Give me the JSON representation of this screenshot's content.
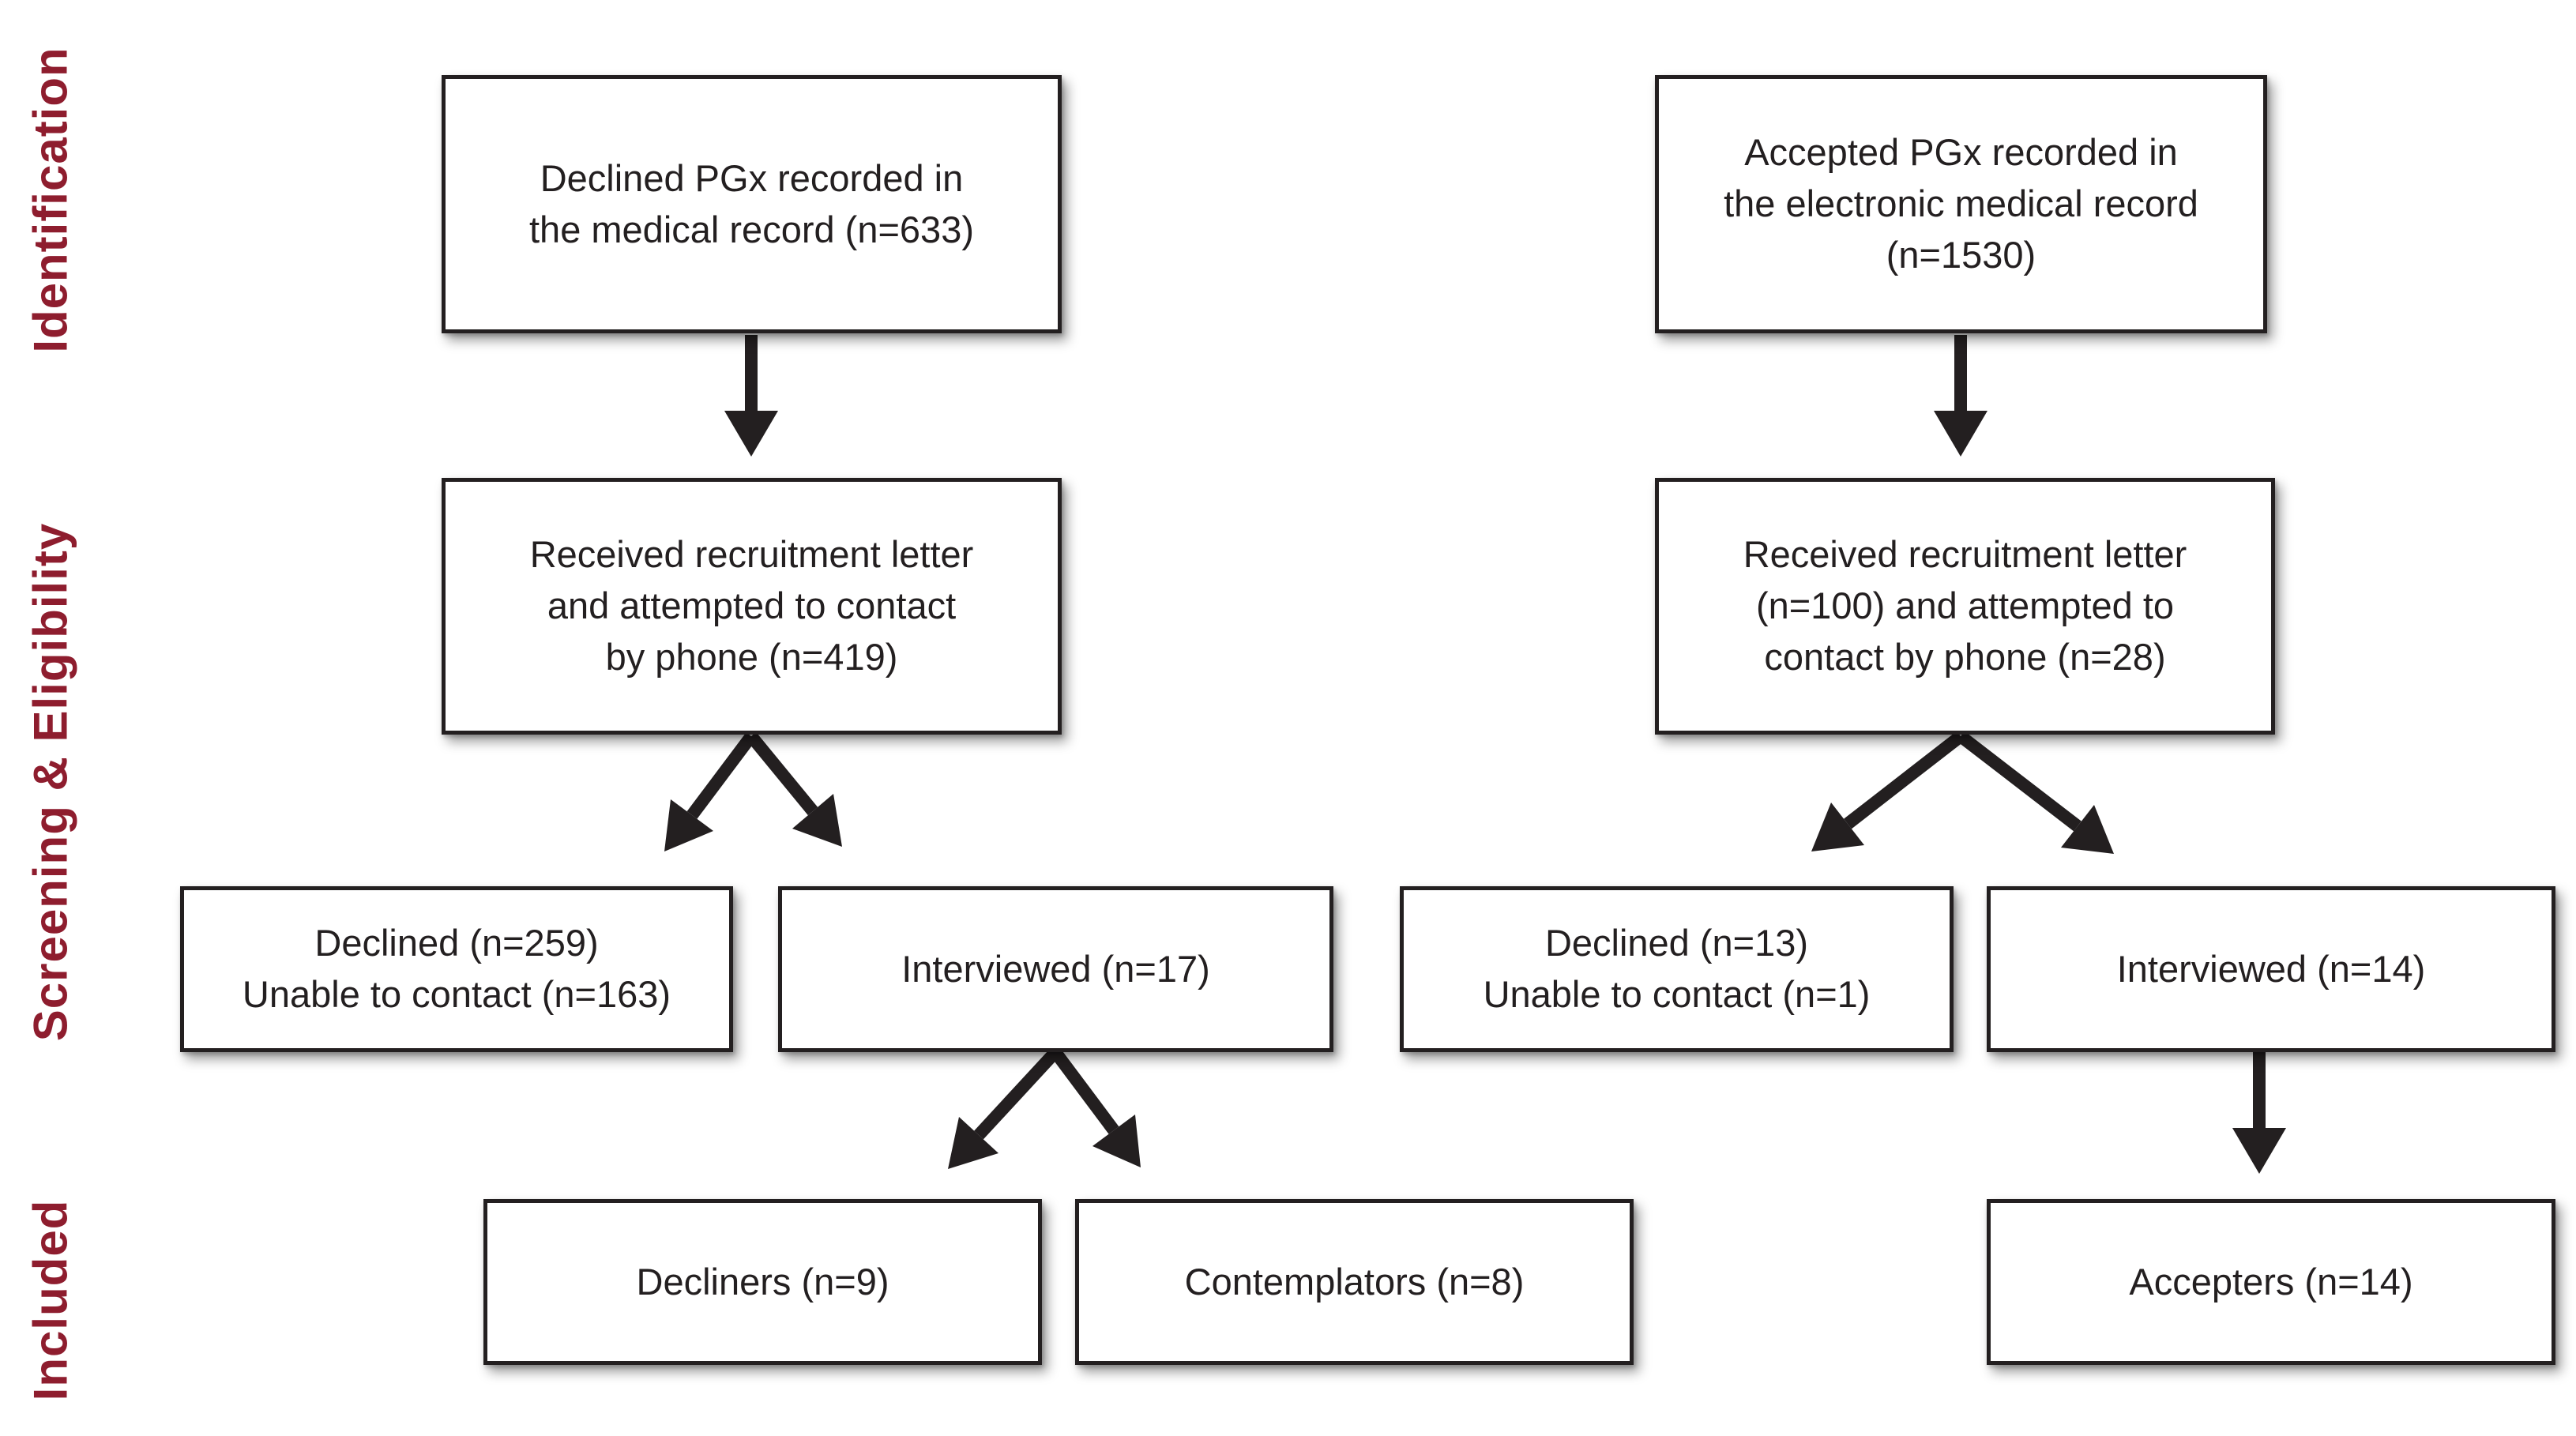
{
  "diagram_title": "PGx recruitment flow diagram",
  "colors": {
    "stage_label": "#8e1d2e",
    "box_border": "#231f20",
    "box_background": "#ffffff",
    "arrow": "#231f20",
    "text": "#231f20",
    "page_background": "#ffffff"
  },
  "stage_labels": {
    "identification": "Identification",
    "screening": "Screening & Eligibility",
    "included": "Included"
  },
  "boxes": {
    "declined_identified": {
      "text": "Declined PGx recorded in\nthe medical record (n=633)"
    },
    "accepted_identified": {
      "text": "Accepted PGx recorded in\nthe electronic medical record\n(n=1530)"
    },
    "declined_contacted": {
      "text": "Received recruitment letter\nand attempted to contact\nby phone (n=419)"
    },
    "accepted_contacted": {
      "text": "Received recruitment letter\n(n=100) and attempted to\ncontact by phone (n=28)"
    },
    "declined_notreached": {
      "text": "Declined (n=259)\nUnable to contact (n=163)"
    },
    "declined_interviewed": {
      "text": "Interviewed (n=17)"
    },
    "accepted_notreached": {
      "text": "Declined (n=13)\nUnable to contact (n=1)"
    },
    "accepted_interviewed": {
      "text": "Interviewed (n=14)"
    },
    "decliners": {
      "text": "Decliners (n=9)"
    },
    "contemplators": {
      "text": "Contemplators (n=8)"
    },
    "accepters": {
      "text": "Accepters (n=14)"
    }
  }
}
